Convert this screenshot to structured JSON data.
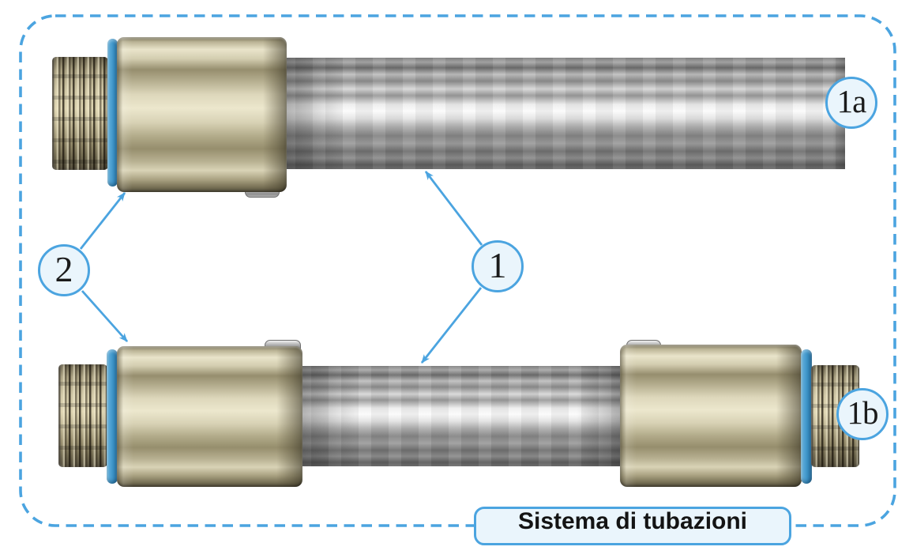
{
  "diagram": {
    "title": "Sistema di tubazioni",
    "callouts": {
      "c1": {
        "label": "1"
      },
      "c2": {
        "label": "2"
      },
      "c1a": {
        "label": "1a"
      },
      "c1b": {
        "label": "1b"
      }
    },
    "colors": {
      "accent": "#4BA4E0",
      "callout_fill": "#EAF5FC",
      "callout_text": "#1B1B1B",
      "title_fill": "#EAF5FC",
      "title_text": "#141414",
      "oring_blue": "#3D93C6",
      "coupling_khaki": "#C6BFA0",
      "pipe_gray": "#BFBFBF",
      "thread_dark": "#565040"
    }
  }
}
